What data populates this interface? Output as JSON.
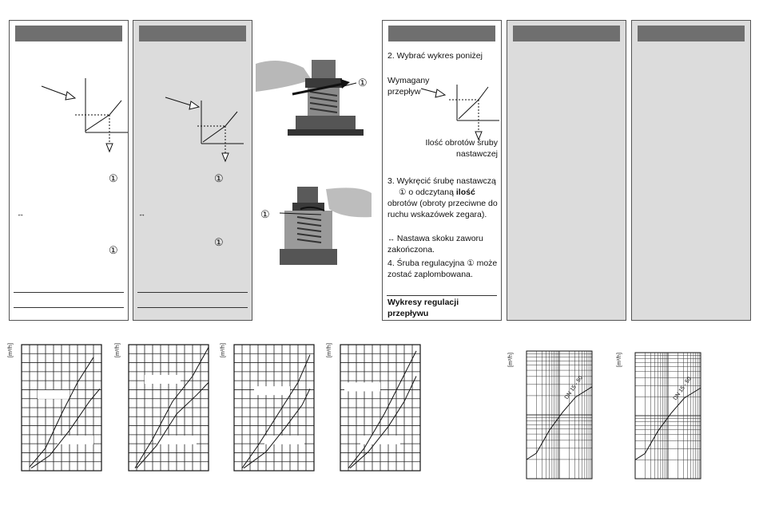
{
  "step2": {
    "text": "2. Wybrać wykres poniżej"
  },
  "diagram": {
    "required_flow": "Wymagany przepływ",
    "turns": "Ilość obrotów śruby nastawczej"
  },
  "step3": {
    "pre": "3. Wykręcić śrubę nastawczą",
    "marker": "①",
    "mid": "o odczytaną",
    "bold": "ilość",
    "post": "obrotów (obroty przeciwne do ruchu wskazówek zegara)."
  },
  "note": {
    "symbol": "↔",
    "text": "Nastawa skoku zaworu zakończona."
  },
  "step4": {
    "pre": "4. Śruba regulacyjna",
    "marker": "①",
    "post": "może zostać zaplombowana."
  },
  "section_heading": "Wykresy regulacji przepływu",
  "callout_marker": "①",
  "axis_unit": "[m³/h]",
  "curve_label": "DN 15 - 50",
  "colors": {
    "header_bar": "#6f6f6f",
    "gray_panel": "#dcdcdc"
  }
}
